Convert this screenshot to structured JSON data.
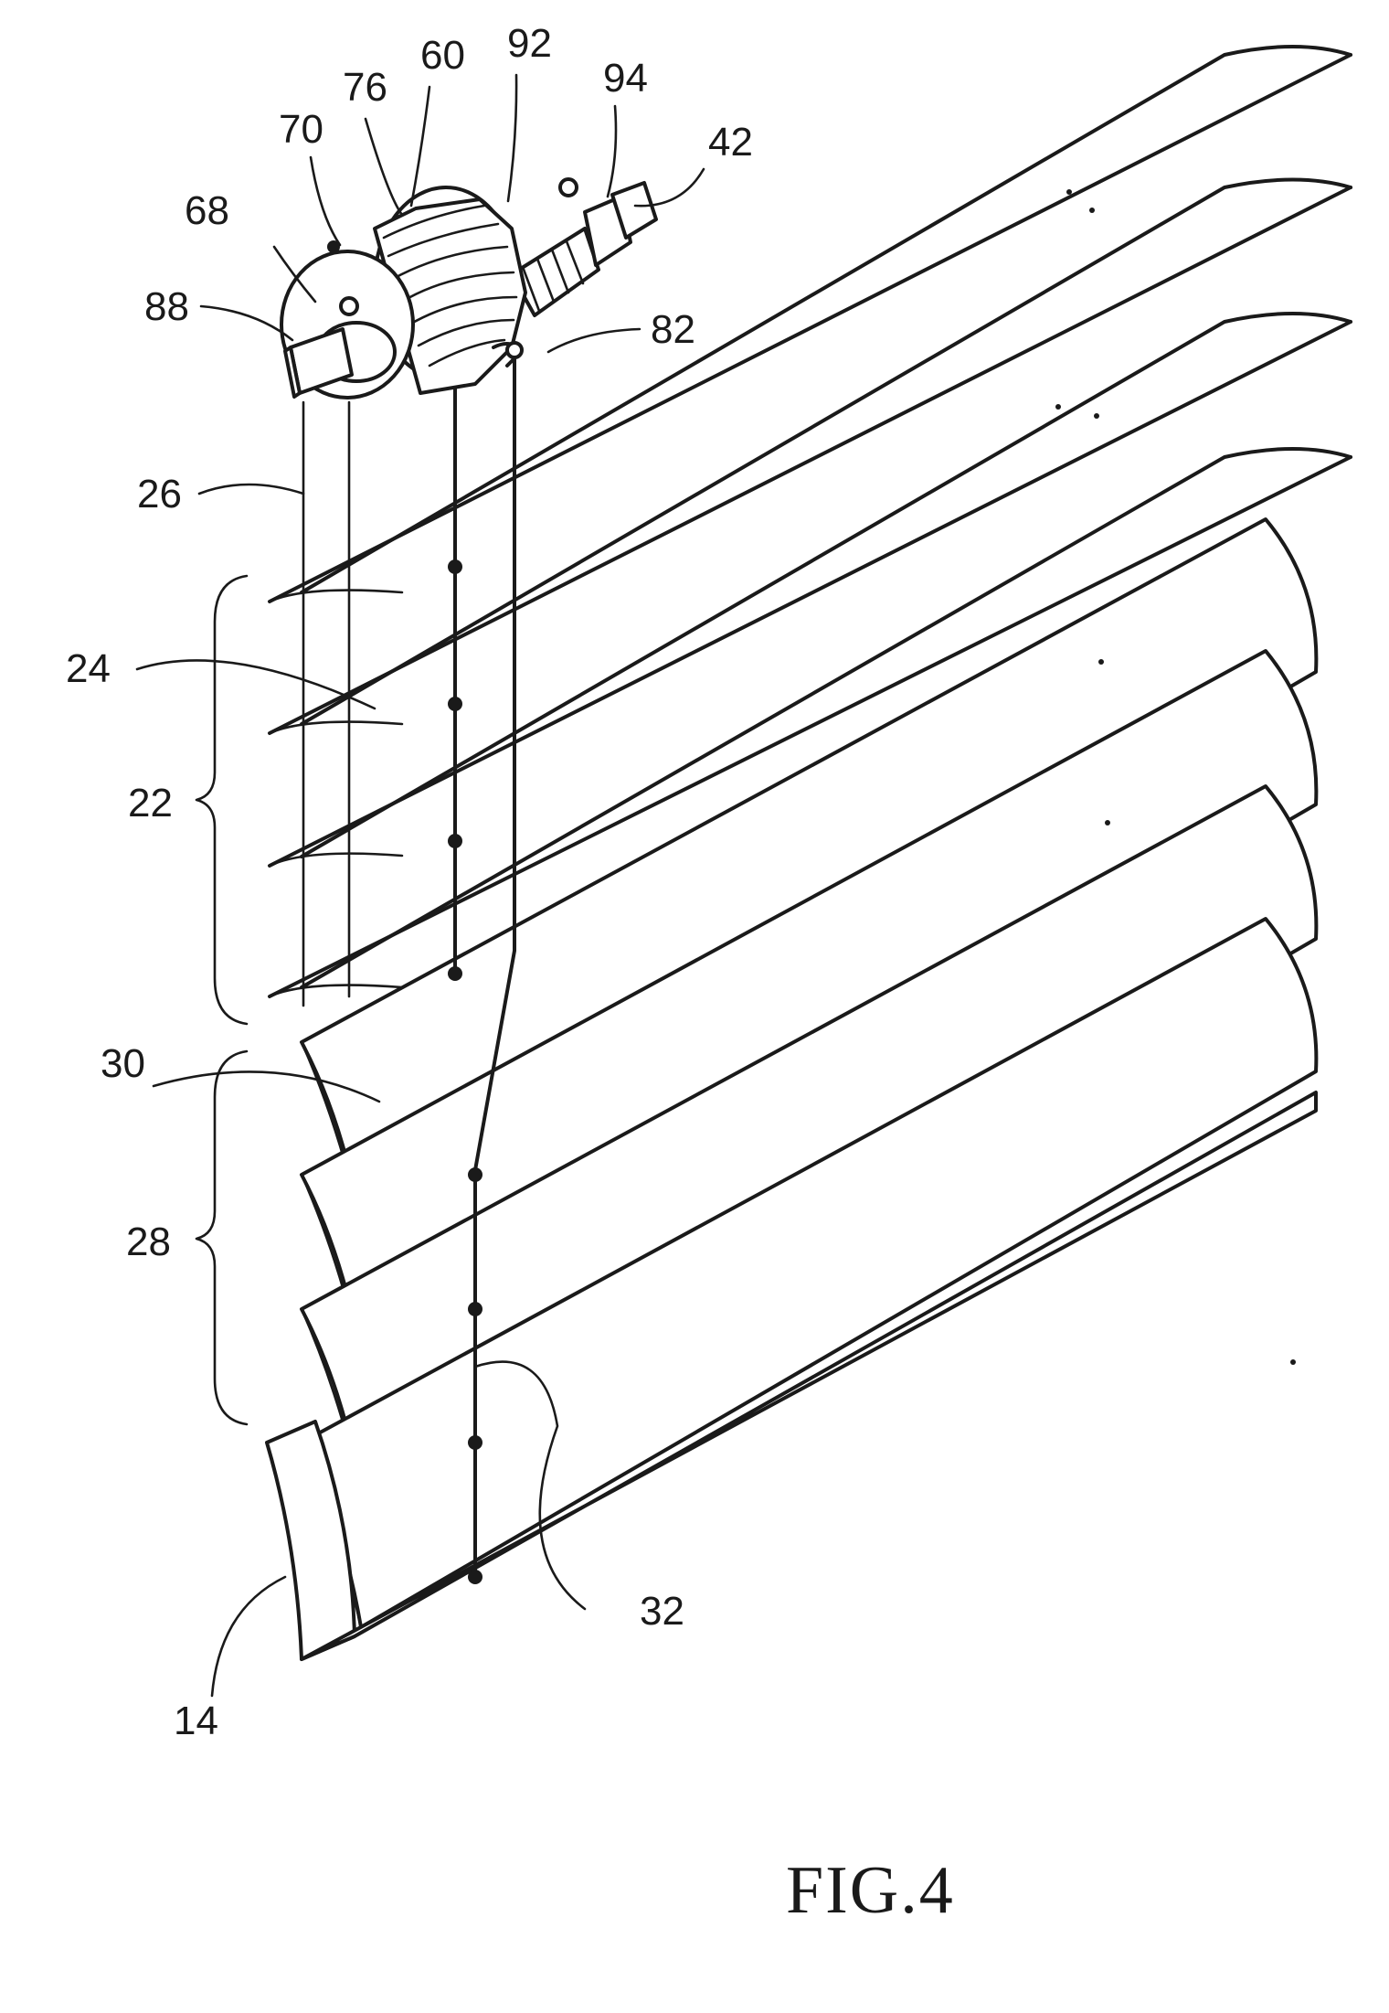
{
  "figure": {
    "caption": "FIG.4",
    "labels": {
      "l70": "70",
      "l76": "76",
      "l60": "60",
      "l92": "92",
      "l94": "94",
      "l42": "42",
      "l68": "68",
      "l88": "88",
      "l82": "82",
      "l26": "26",
      "l24": "24",
      "l22": "22",
      "l30": "30",
      "l28": "28",
      "l32": "32",
      "l14": "14"
    }
  }
}
